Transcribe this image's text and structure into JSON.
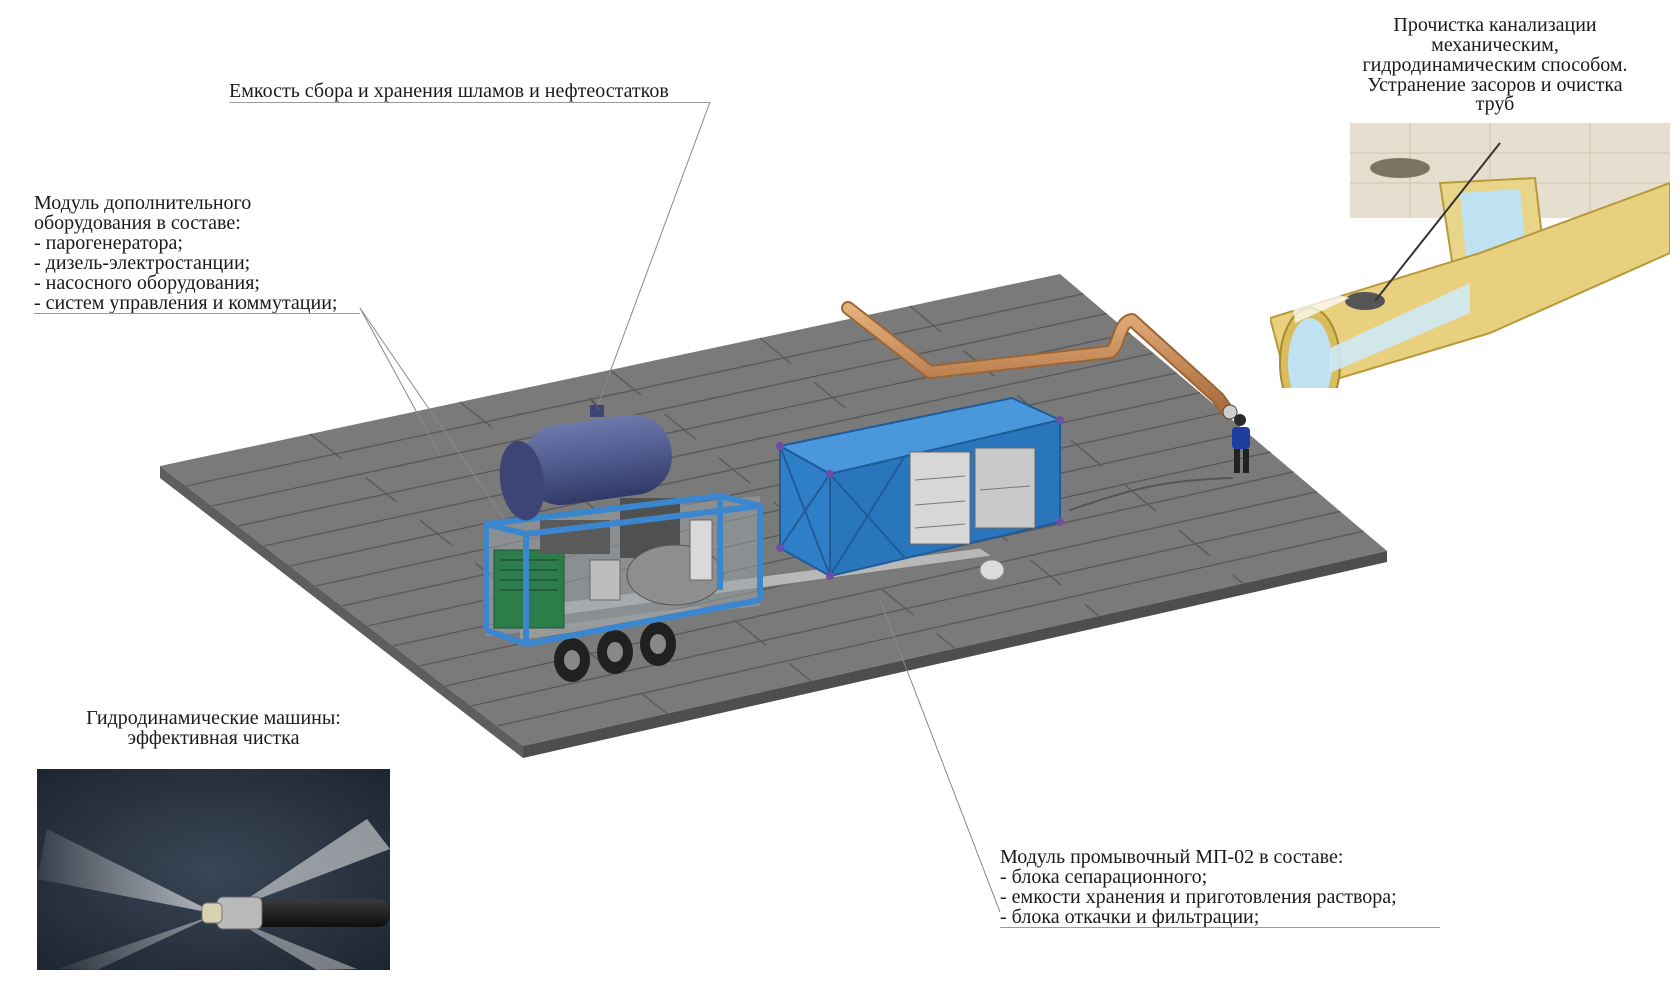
{
  "labels": {
    "tank": "Емкость сбора и хранения шламов и нефтеостатков",
    "module_extra": {
      "title_lines": [
        "Модуль дополнительного",
        "оборудования в составе:"
      ],
      "items": [
        "- парогенератора;",
        "- дизель-электростанции;",
        "- насосного оборудования;",
        "- систем управления и коммутации;"
      ]
    },
    "sewer": {
      "lines": [
        "Прочистка канализации",
        "механическим,",
        "гидродинамическим способом.",
        "Устранение засоров и очистка",
        "труб"
      ]
    },
    "hydro": {
      "lines": [
        "Гидродинамические машины:",
        "эффективная чистка"
      ]
    },
    "washing_module": {
      "title": "Модуль промывочный МП-02 в составе:",
      "items": [
        "- блока сепарационного;",
        "- емкости хранения и приготовления раствора;",
        "- блока откачки и фильтрации;"
      ]
    }
  },
  "colors": {
    "platform": "#777777",
    "container_blue": "#2f7fc8",
    "frame_blue": "#3a86cf",
    "tank": "#4f5a8e",
    "pipe": "#c98a4e",
    "generator_green": "#2d7d4b"
  }
}
